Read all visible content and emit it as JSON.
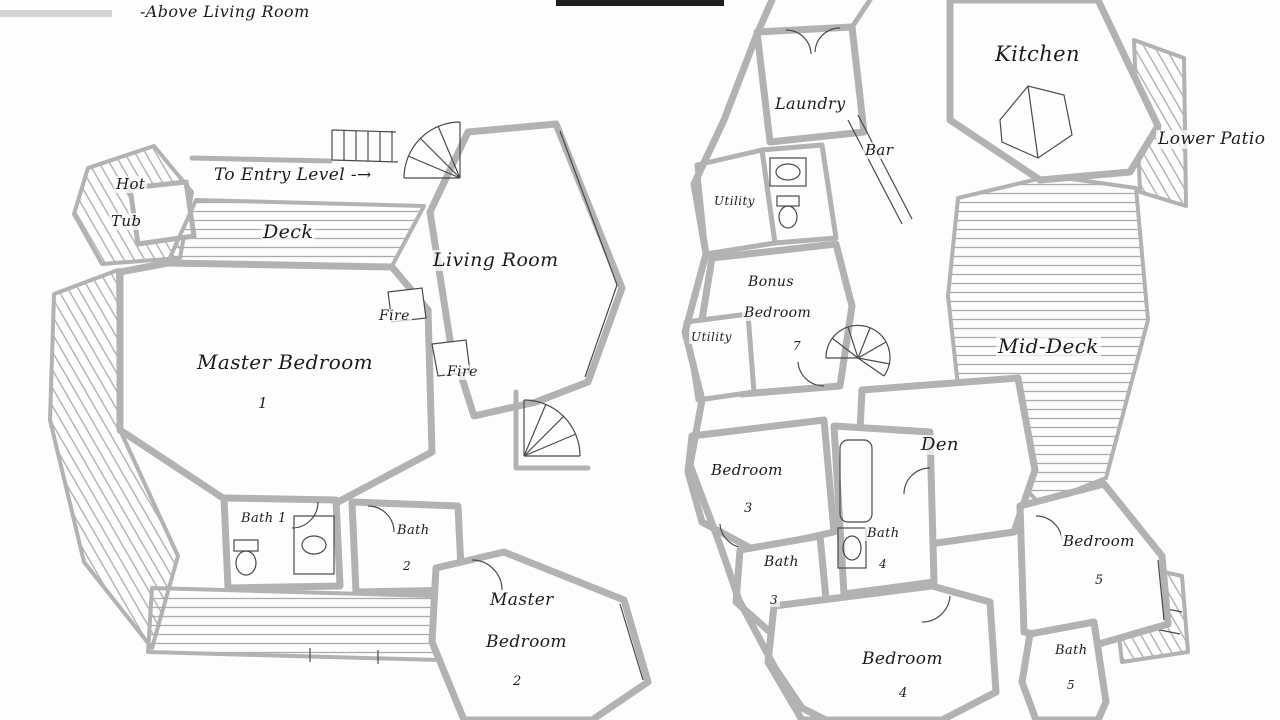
{
  "meta": {
    "description": "Hand-drawn two-level house floor plan, upper level at left and lower level at right",
    "colors": {
      "background": "#fdfdfd",
      "wall": "#b2b2b2",
      "detail_line": "#4a4a4a",
      "hatch": "#ababab",
      "text": "#1c1c1c"
    }
  },
  "plans": {
    "upper": {
      "labels": {
        "above_living_room": "-Above Living Room",
        "hot": "Hot",
        "tub": "Tub",
        "to_entry_level": "To Entry Level -→",
        "deck": "Deck",
        "living_room": "Living Room",
        "fire_upper": "Fire",
        "fire_lower": "Fire",
        "master_bedroom": "Master Bedroom",
        "master_bedroom_num": "1",
        "bath1": "Bath 1",
        "bath2": "Bath",
        "bath2_num": "2",
        "master2_line1": "Master",
        "master2_line2": "Bedroom",
        "master2_num": "2"
      }
    },
    "lower": {
      "labels": {
        "kitchen": "Kitchen",
        "laundry": "Laundry",
        "bar": "Bar",
        "utility_upper": "Utility",
        "lower_patio": "Lower Patio",
        "bonus_line1": "Bonus",
        "bonus_line2": "Bedroom",
        "bonus_num": "7",
        "utility_lower": "Utility",
        "mid_deck": "Mid-Deck",
        "den": "Den",
        "bedroom3": "Bedroom",
        "bedroom3_num": "3",
        "bath3": "Bath",
        "bath3_num": "3",
        "bath4": "Bath",
        "bath4_num": "4",
        "bedroom5": "Bedroom",
        "bedroom5_num": "5",
        "bedroom4": "Bedroom",
        "bedroom4_num": "4",
        "bath5": "Bath",
        "bath5_num": "5"
      }
    }
  }
}
